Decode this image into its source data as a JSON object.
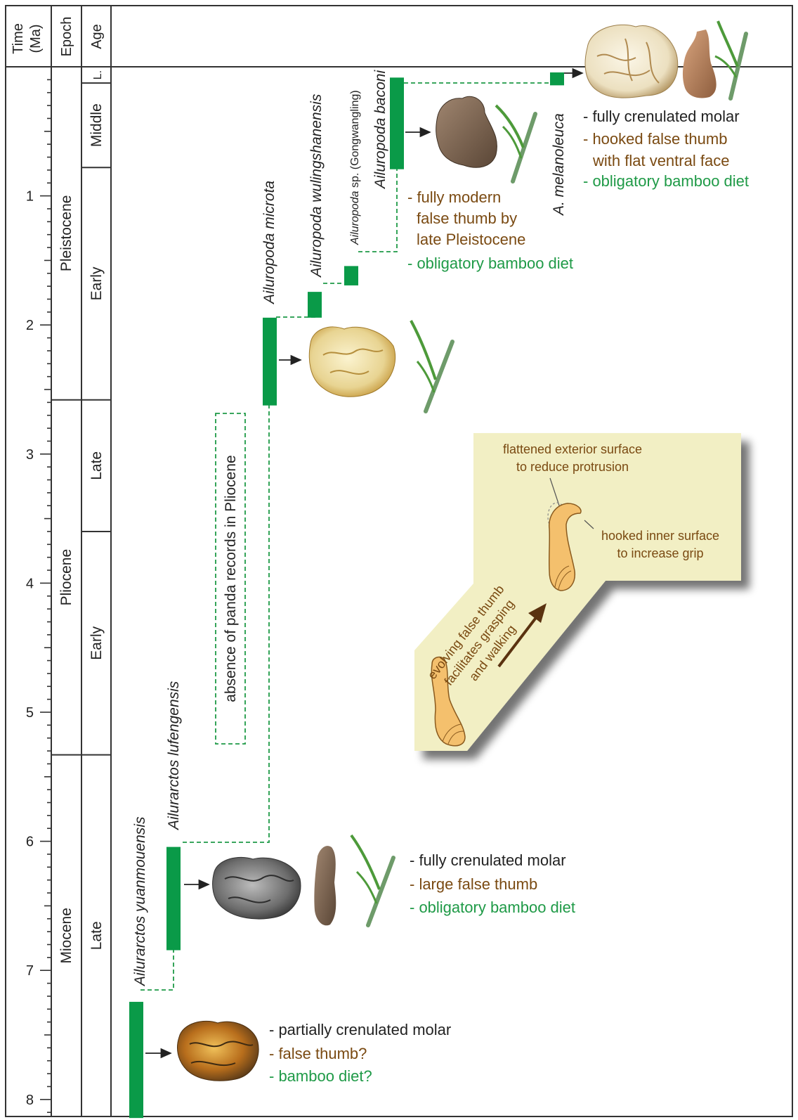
{
  "headers": {
    "time": "Time",
    "time_unit": "(Ma)",
    "epoch": "Epoch",
    "age": "Age"
  },
  "ticks_ma": [
    "1",
    "2",
    "3",
    "4",
    "5",
    "6",
    "7",
    "8"
  ],
  "epochs": [
    {
      "label": "Pleistocene",
      "from": 0,
      "to": 2.58
    },
    {
      "label": "Pliocene",
      "from": 2.58,
      "to": 5.33
    },
    {
      "label": "Miocene",
      "from": 5.33,
      "to": 8.2
    }
  ],
  "ages": [
    {
      "label": "L.",
      "from": 0,
      "to": 0.126
    },
    {
      "label": "Middle",
      "from": 0.126,
      "to": 0.78
    },
    {
      "label": "Early",
      "from": 0.78,
      "to": 2.58
    },
    {
      "label": "Late",
      "from": 2.58,
      "to": 3.6
    },
    {
      "label": "Early",
      "from": 3.6,
      "to": 5.33
    },
    {
      "label": "Late",
      "from": 5.33,
      "to": 8.2
    }
  ],
  "taxa": [
    {
      "genus": "Ailurarctos",
      "species": "yuanmouensis",
      "from": 7.2,
      "to": 8.1
    },
    {
      "genus": "Ailurarctos",
      "species": "lufengensis",
      "from": 6.0,
      "to": 6.8
    },
    {
      "genus": "Ailuropoda",
      "species": "microta",
      "from": 1.9,
      "to": 2.58
    },
    {
      "genus": "Ailuropoda",
      "species": "wulingshanensis",
      "from": 1.7,
      "to": 1.9
    },
    {
      "genus": "Ailuropoda",
      "species": "sp. (Gongwangling)",
      "from": 1.5,
      "to": 1.65
    },
    {
      "genus": "Ailuropoda",
      "species": "baconi",
      "from": 0.04,
      "to": 0.75
    },
    {
      "genus": "A.",
      "species": "melanoleuca",
      "from": 0.0,
      "to": 0.1
    }
  ],
  "gap_note": "absence of panda records in Pliocene",
  "traits_modern": {
    "molar": "- fully crenulated molar",
    "thumb1": "- hooked false thumb",
    "thumb2": "with flat ventral face",
    "diet": "- obligatory bamboo diet"
  },
  "traits_baconi": {
    "thumb1": "- fully modern",
    "thumb2": "false thumb by",
    "thumb3": "late Pleistocene",
    "diet": "- obligatory bamboo diet"
  },
  "traits_lufengensis": {
    "molar": "- fully crenulated molar",
    "thumb": "- large false thumb",
    "diet": "- obligatory bamboo diet"
  },
  "traits_yuanmouensis": {
    "molar": "- partially crenulated molar",
    "thumb": "- false thumb?",
    "diet": "- bamboo diet?"
  },
  "inset": {
    "note_flat1": "flattened exterior surface",
    "note_flat2": "to reduce protrusion",
    "note_hook1": "hooked inner surface",
    "note_hook2": "to increase grip",
    "evo1": "evolving false thumb",
    "evo2": "facilitates grasping",
    "evo3": "and walking"
  },
  "colors": {
    "bar": "#0a9a48",
    "brown": "#7a4a12",
    "green": "#1f9a47",
    "inset_bg": "#f2efc4"
  }
}
